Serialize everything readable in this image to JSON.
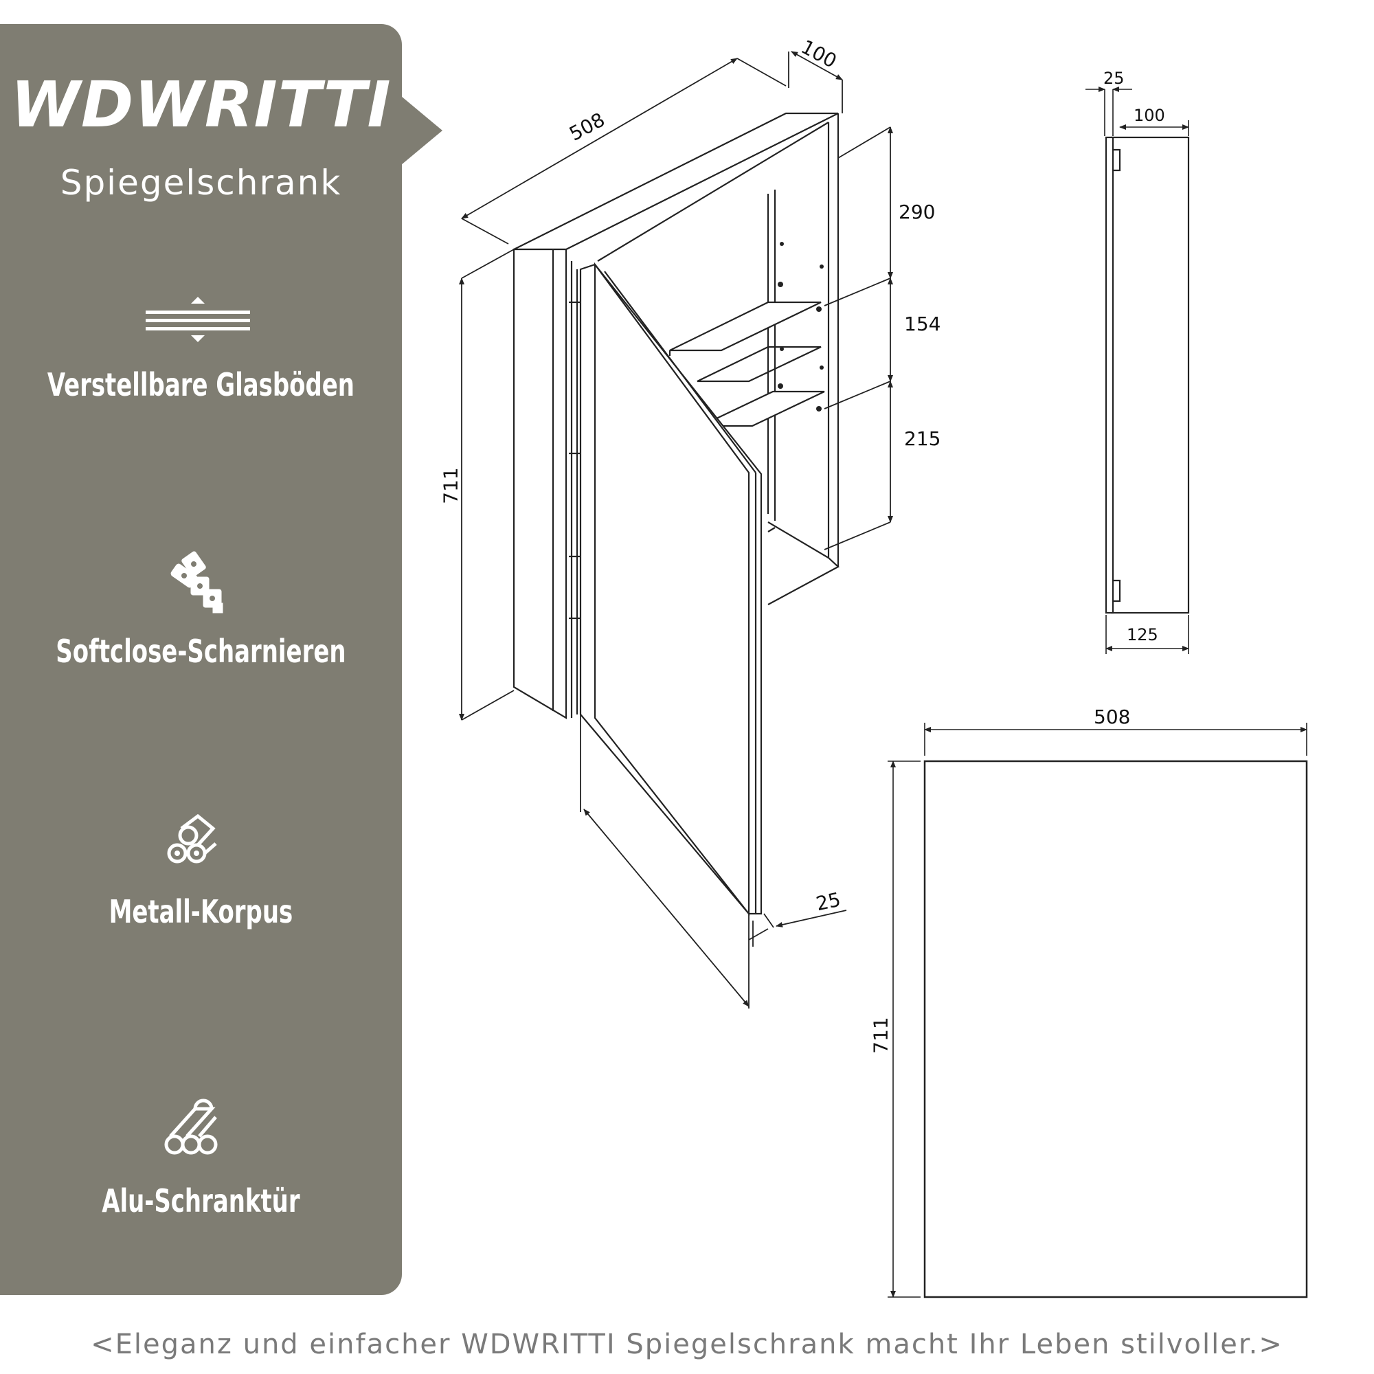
{
  "sidebar": {
    "brand": "WDWRITTI",
    "subtitle": "Spiegelschrank",
    "features": [
      {
        "label": "Verstellbare Glasböden",
        "icon": "adjustable-shelf-icon"
      },
      {
        "label": "Softclose-Scharnieren",
        "icon": "hinge-icon"
      },
      {
        "label": "Metall-Korpus",
        "icon": "metal-rolls-icon"
      },
      {
        "label": "Alu-Schranktür",
        "icon": "aluminium-bars-icon"
      }
    ]
  },
  "dimensions": {
    "iso_width": "508",
    "iso_depth": "100",
    "iso_height": "711",
    "shelf_top": "290",
    "shelf_mid": "154",
    "shelf_bottom": "215",
    "door_thickness": "25",
    "side_door": "25",
    "side_depth": "100",
    "side_total": "125",
    "front_width": "508",
    "front_height": "711"
  },
  "colors": {
    "sidebar": "#7f7d72",
    "text_light": "#ffffff",
    "line": "#222222",
    "footer_text": "#7a7a7a"
  },
  "footer": "<Eleganz und einfacher WDWRITTI Spiegelschrank macht Ihr Leben stilvoller.>"
}
